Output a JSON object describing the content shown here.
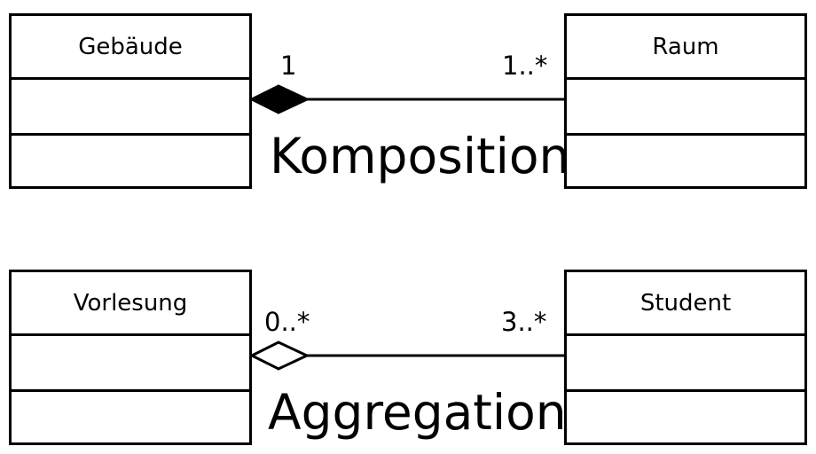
{
  "composition": {
    "whole": {
      "name": "Gebäude"
    },
    "part": {
      "name": "Raum"
    },
    "whole_multiplicity": "1",
    "part_multiplicity": "1..*",
    "label": "Komposition"
  },
  "aggregation": {
    "whole": {
      "name": "Vorlesung"
    },
    "part": {
      "name": "Student"
    },
    "whole_multiplicity": "0..*",
    "part_multiplicity": "3..*",
    "label": "Aggregation"
  }
}
